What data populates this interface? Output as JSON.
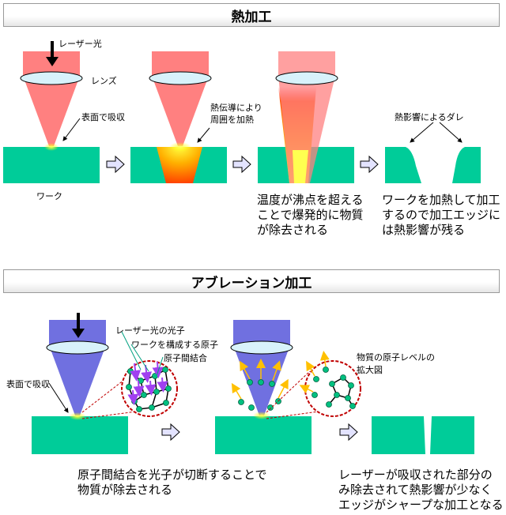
{
  "thermal": {
    "title": "熱加工",
    "laser_label": "レーザー光",
    "lens_label": "レンズ",
    "absorb_label": "表面で吸収",
    "work_label": "ワーク",
    "heat_label": [
      "熱伝導により",
      "周囲を加熱"
    ],
    "boil_caption": [
      "温度が沸点を超える",
      "ことで爆発的に物質",
      "が除去される"
    ],
    "haz_label": "熱影響によるダレ",
    "result_caption": [
      "ワークを加熱して加工",
      "するので加工エッジに",
      "は熱影響が残る"
    ]
  },
  "ablation": {
    "title": "アブレーション加工",
    "photon_label": "レーザー光の光子",
    "atom_label": "ワークを構成する原子",
    "bond_label": "原子間結合",
    "absorb_label": "表面で吸収",
    "magnified_label": [
      "物質の原子レベルの",
      "拡大図"
    ],
    "bond_caption": [
      "原子間結合を光子が切断することで",
      "物質が除去される"
    ],
    "result_caption": [
      "レーザーが吸収された部分の",
      "み除去されて熱影響が少なく",
      "エッジがシャープな加工となる"
    ]
  },
  "colors": {
    "work": "#00cc99",
    "thermal_beam": "#ff8080",
    "ablation_beam": "#7070e0",
    "lens": "#d8f2fb",
    "heat_core": "#ffff40",
    "heat_outer": "#ff5500",
    "atom": "#00c080",
    "photon": "#a040f0",
    "ejected": "#ffc000",
    "circle_border": "#c00000",
    "arrow_fill": "#e3e3ff"
  }
}
